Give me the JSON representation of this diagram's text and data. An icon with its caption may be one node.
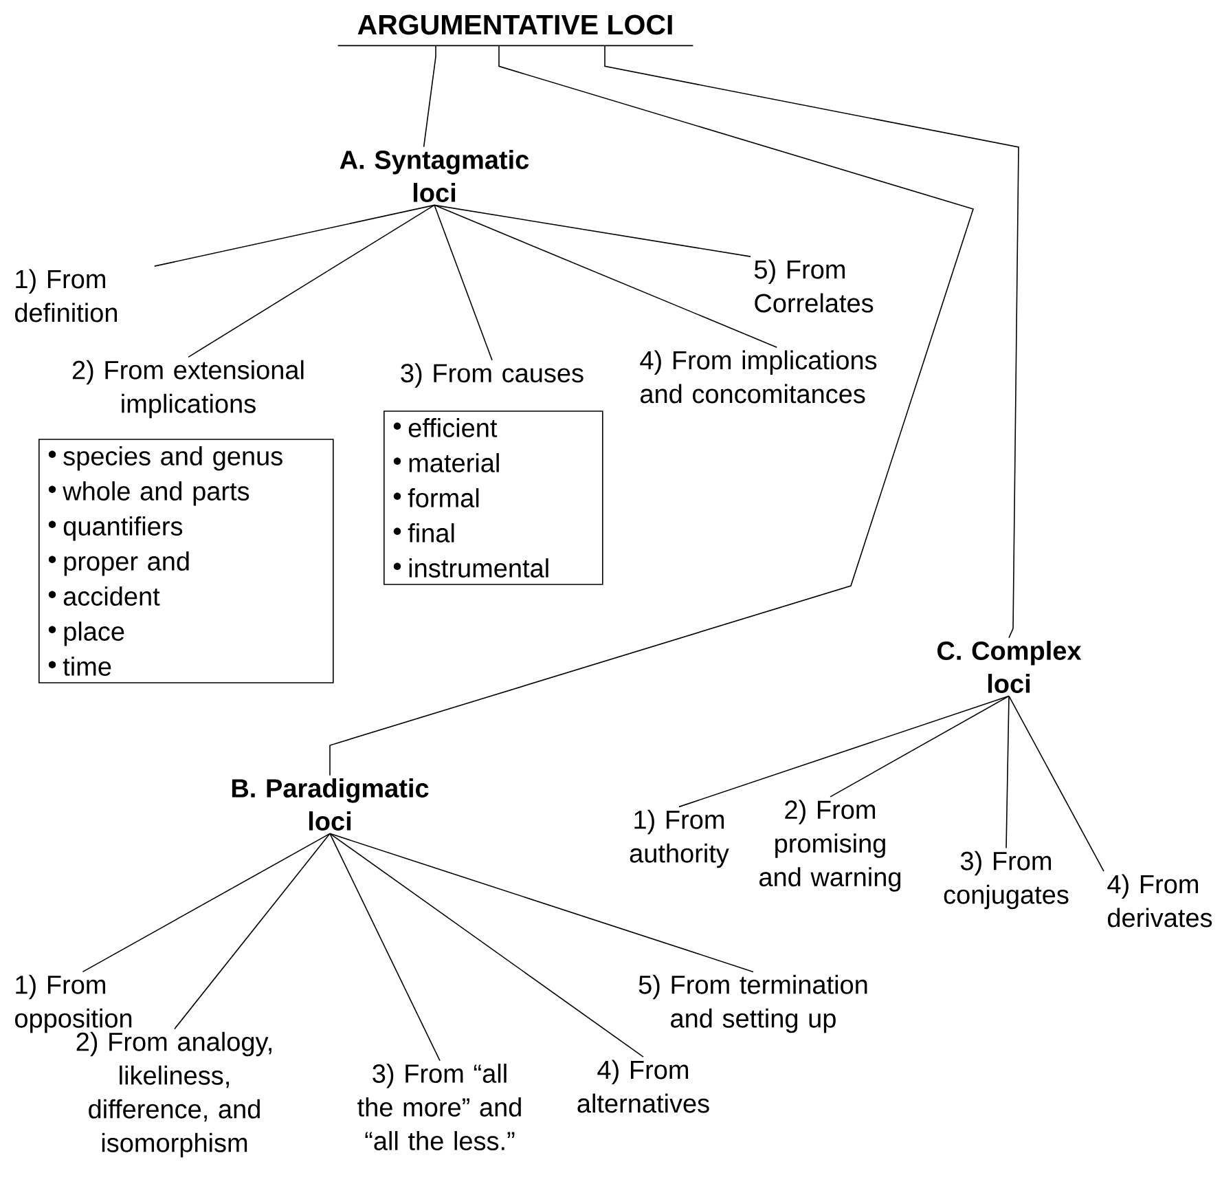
{
  "diagram": {
    "nodes": [
      {
        "text": [
          "ARGUMENTATIVE LOCI"
        ]
      },
      {
        "text": [
          "A. Syntagmatic loci"
        ]
      },
      {
        "text": [
          "1) From definition"
        ]
      },
      {
        "text": [
          "2) From extensional implications"
        ]
      },
      {
        "text": [
          "species and genus",
          "whole and parts",
          "quantifiers",
          "proper and",
          "accident",
          "place",
          "time"
        ]
      },
      {
        "text": [
          "3) From causes"
        ]
      },
      {
        "text": [
          "efficient",
          "material",
          "formal",
          "final",
          "instrumental"
        ]
      },
      {
        "text": [
          "4) From implications and concomitances"
        ]
      },
      {
        "text": [
          "5) From Correlates"
        ]
      },
      {
        "text": [
          "B. Paradigmatic loci"
        ]
      },
      {
        "text": [
          "C. Complex loci"
        ]
      },
      {
        "text": [
          "1) From opposition"
        ]
      },
      {
        "text": [
          "2) From analogy, likeliness, difference, and isomorphism"
        ]
      },
      {
        "text": [
          "3) From “all the more” and “all the less.”"
        ]
      },
      {
        "text": [
          "4) From alternatives"
        ]
      },
      {
        "text": [
          "5) From termination and setting up"
        ]
      },
      {
        "text": [
          "1) From authority"
        ]
      },
      {
        "text": [
          "2) From promising and warning"
        ]
      },
      {
        "text": [
          "3) From conjugates"
        ]
      },
      {
        "text": [
          "4) From derivates"
        ]
      }
    ],
    "edges": [
      {
        "from": 0,
        "to": 1,
        "arrow": "none"
      },
      {
        "from": 0,
        "to": 9,
        "arrow": "none"
      },
      {
        "from": 0,
        "to": 10,
        "arrow": "none"
      },
      {
        "from": 1,
        "to": 2,
        "arrow": "none"
      },
      {
        "from": 1,
        "to": 3,
        "arrow": "none"
      },
      {
        "from": 1,
        "to": 5,
        "arrow": "none"
      },
      {
        "from": 1,
        "to": 7,
        "arrow": "none"
      },
      {
        "from": 1,
        "to": 8,
        "arrow": "none"
      },
      {
        "from": 9,
        "to": 11,
        "arrow": "none"
      },
      {
        "from": 9,
        "to": 12,
        "arrow": "none"
      },
      {
        "from": 9,
        "to": 13,
        "arrow": "none"
      },
      {
        "from": 9,
        "to": 14,
        "arrow": "none"
      },
      {
        "from": 9,
        "to": 15,
        "arrow": "none"
      },
      {
        "from": 10,
        "to": 16,
        "arrow": "none"
      },
      {
        "from": 10,
        "to": 17,
        "arrow": "none"
      },
      {
        "from": 10,
        "to": 18,
        "arrow": "none"
      },
      {
        "from": 10,
        "to": 19,
        "arrow": "none"
      }
    ]
  }
}
